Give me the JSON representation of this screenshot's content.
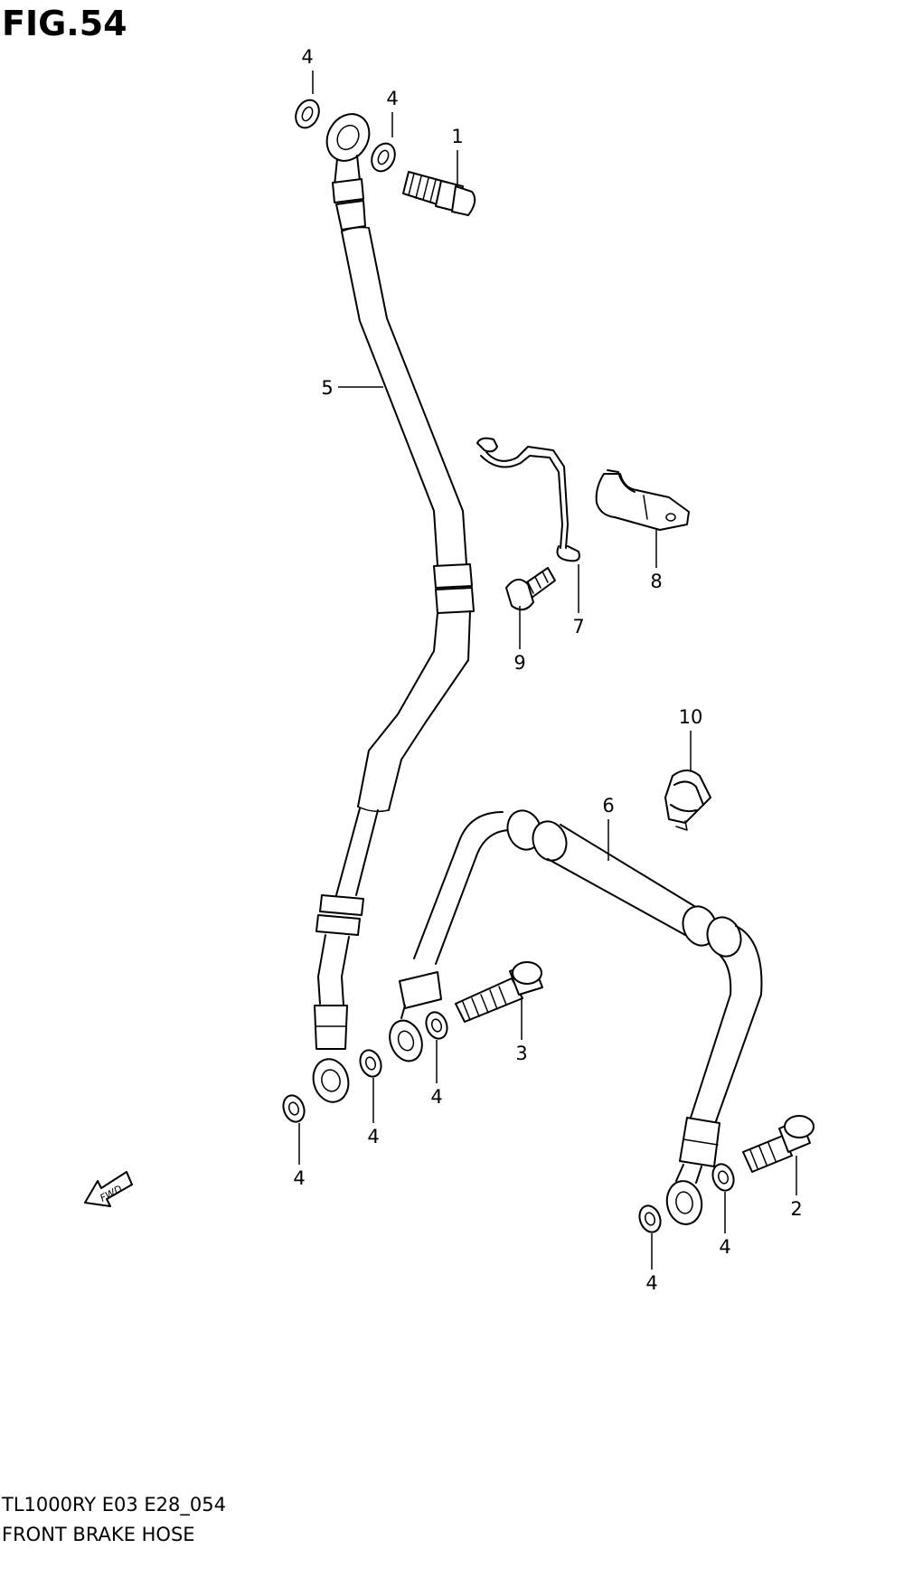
{
  "figure": {
    "title": "FIG.54",
    "model_code": "TL1000RY E03 E28_054",
    "section_name": "FRONT BRAKE HOSE"
  },
  "fwd_label": "FWD",
  "callouts": [
    "4",
    "4",
    "1",
    "5",
    "7",
    "8",
    "9",
    "10",
    "6",
    "3",
    "4",
    "4",
    "4",
    "2",
    "4",
    "4"
  ]
}
